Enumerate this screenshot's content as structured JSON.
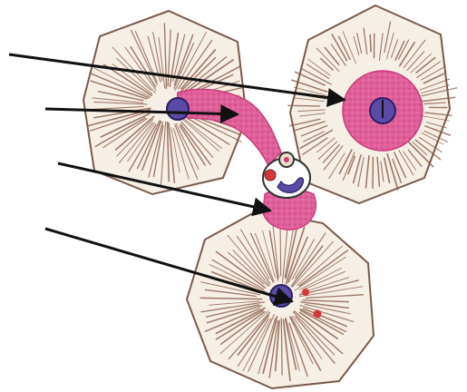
{
  "figure": {
    "background": "#ffffff",
    "cell_fill": "#f5efe6",
    "cell_outline": "#7a5a4a",
    "striation_color": "#8a5a45",
    "cytoplasm_pink": "#e0609a",
    "cytoplasm_pink_dark": "#c83d7c",
    "nucleus_fill": "#5b4aa8",
    "nucleus_outline": "#2a1f63",
    "arrow_color": "#111111",
    "red_dot": "#d23a3a"
  },
  "parts": {
    "cells": [
      {
        "name": "hepatocyte-top-left",
        "label": ""
      },
      {
        "name": "hepatocyte-top-right",
        "label": ""
      },
      {
        "name": "hepatocyte-bottom",
        "label": ""
      }
    ],
    "pointer_arrows": [
      {
        "name": "pointer-arrow-1",
        "target": "ring-form-center"
      },
      {
        "name": "pointer-arrow-2",
        "target": "pink-extension"
      },
      {
        "name": "pointer-arrow-3",
        "target": "pink-bridge"
      },
      {
        "name": "pointer-arrow-4",
        "target": "bottom-nucleus-region"
      }
    ]
  }
}
